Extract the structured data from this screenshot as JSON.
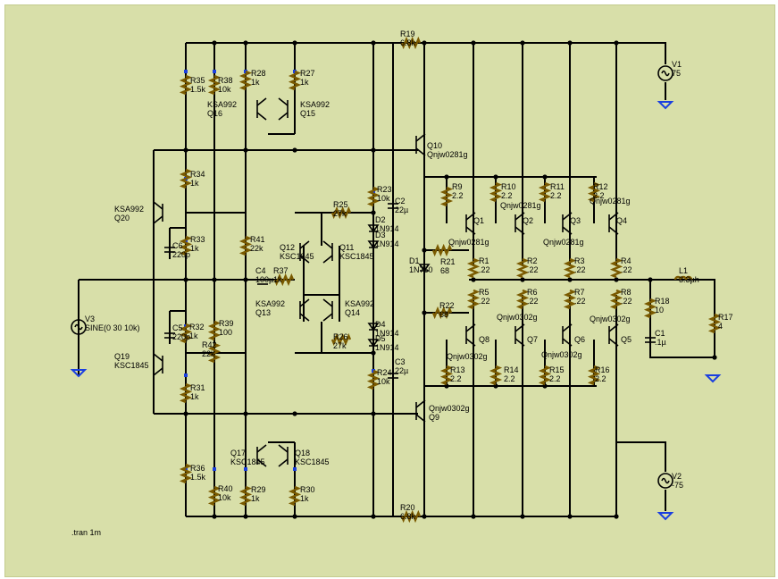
{
  "directive": ".tran 1m",
  "parts": [
    {
      "id": "R19",
      "lines": [
        "R19",
        "6.8k"
      ]
    },
    {
      "id": "R20",
      "lines": [
        "R20",
        "6.8k"
      ]
    },
    {
      "id": "V1",
      "lines": [
        "V1",
        "75"
      ]
    },
    {
      "id": "V2",
      "lines": [
        "V2",
        "-75"
      ]
    },
    {
      "id": "V3",
      "lines": [
        "V3",
        "SINE(0 30 10k)"
      ]
    },
    {
      "id": "R35",
      "lines": [
        "R35",
        "1.5k"
      ]
    },
    {
      "id": "R38",
      "lines": [
        "R38",
        "10k"
      ]
    },
    {
      "id": "R28",
      "lines": [
        "R28",
        "1k"
      ]
    },
    {
      "id": "R27",
      "lines": [
        "R27",
        "1k"
      ]
    },
    {
      "id": "Q16",
      "lines": [
        "KSA992",
        "Q16"
      ]
    },
    {
      "id": "Q15",
      "lines": [
        "KSA992",
        "Q15"
      ]
    },
    {
      "id": "Q10",
      "lines": [
        "Q10",
        "Qnjw0281g"
      ]
    },
    {
      "id": "R34",
      "lines": [
        "R34",
        "1k"
      ]
    },
    {
      "id": "R23",
      "lines": [
        "R23",
        "10k"
      ]
    },
    {
      "id": "C2",
      "lines": [
        "C2",
        "22µ"
      ]
    },
    {
      "id": "Q20",
      "lines": [
        "KSA992",
        "Q20"
      ]
    },
    {
      "id": "R25",
      "lines": [
        "R25",
        "27k"
      ]
    },
    {
      "id": "D2",
      "lines": [
        "D2",
        "1N914"
      ]
    },
    {
      "id": "D3",
      "lines": [
        "D3",
        "1N914"
      ]
    },
    {
      "id": "R33",
      "lines": [
        "R33",
        "1k"
      ]
    },
    {
      "id": "C6",
      "lines": [
        "C6",
        "220p"
      ]
    },
    {
      "id": "R41",
      "lines": [
        "R41",
        "22k"
      ]
    },
    {
      "id": "Q12",
      "lines": [
        "Q12",
        "KSC1845"
      ]
    },
    {
      "id": "Q11",
      "lines": [
        "Q11",
        "KSC1845"
      ]
    },
    {
      "id": "C4",
      "lines": [
        "C4",
        "100µ"
      ]
    },
    {
      "id": "R37",
      "lines": [
        "R37",
        "1k"
      ]
    },
    {
      "id": "D1",
      "lines": [
        "D1",
        "1N750"
      ]
    },
    {
      "id": "R21",
      "lines": [
        "R21",
        "68"
      ]
    },
    {
      "id": "Q13",
      "lines": [
        "KSA992",
        "Q13"
      ]
    },
    {
      "id": "Q14",
      "lines": [
        "KSA992",
        "Q14"
      ]
    },
    {
      "id": "C5",
      "lines": [
        "C5",
        "220p"
      ]
    },
    {
      "id": "R32",
      "lines": [
        "R32",
        "1k"
      ]
    },
    {
      "id": "R39",
      "lines": [
        "R39",
        "100"
      ]
    },
    {
      "id": "R42",
      "lines": [
        "R42",
        "22k"
      ]
    },
    {
      "id": "R26",
      "lines": [
        "R26",
        "27k"
      ]
    },
    {
      "id": "D4",
      "lines": [
        "D4",
        "1N914"
      ]
    },
    {
      "id": "D5",
      "lines": [
        "D5",
        "1N914"
      ]
    },
    {
      "id": "Q19",
      "lines": [
        "Q19",
        "KSC1845"
      ]
    },
    {
      "id": "R31",
      "lines": [
        "R31",
        "1k"
      ]
    },
    {
      "id": "R24",
      "lines": [
        "R24",
        "10k"
      ]
    },
    {
      "id": "C3",
      "lines": [
        "C3",
        "22µ"
      ]
    },
    {
      "id": "R22",
      "lines": [
        "R22",
        "68"
      ]
    },
    {
      "id": "Q9",
      "lines": [
        "Qnjw0302g",
        "Q9"
      ]
    },
    {
      "id": "Q17",
      "lines": [
        "Q17",
        "KSC1845"
      ]
    },
    {
      "id": "Q18",
      "lines": [
        "Q18",
        "KSC1845"
      ]
    },
    {
      "id": "R36",
      "lines": [
        "R36",
        "1.5k"
      ]
    },
    {
      "id": "R40",
      "lines": [
        "R40",
        "10k"
      ]
    },
    {
      "id": "R29",
      "lines": [
        "R29",
        "1k"
      ]
    },
    {
      "id": "R30",
      "lines": [
        "R30",
        "1k"
      ]
    },
    {
      "id": "R9",
      "lines": [
        "R9",
        "2.2"
      ]
    },
    {
      "id": "R10",
      "lines": [
        "R10",
        "2.2"
      ]
    },
    {
      "id": "R11",
      "lines": [
        "R11",
        "2.2"
      ]
    },
    {
      "id": "R12",
      "lines": [
        "R12",
        "2.2"
      ]
    },
    {
      "id": "Q1",
      "lines": [
        "Q1"
      ]
    },
    {
      "id": "Q2",
      "lines": [
        "Q2"
      ]
    },
    {
      "id": "Q3",
      "lines": [
        "Q3"
      ]
    },
    {
      "id": "Q4",
      "lines": [
        "Q4"
      ]
    },
    {
      "id": "QN1",
      "lines": [
        "Qnjw0281g"
      ]
    },
    {
      "id": "QN2",
      "lines": [
        "Qnjw0281g"
      ]
    },
    {
      "id": "QN3",
      "lines": [
        "Qnjw0281g"
      ]
    },
    {
      "id": "QN4",
      "lines": [
        "Qnjw0281g"
      ]
    },
    {
      "id": "R1",
      "lines": [
        "R1",
        ".22"
      ]
    },
    {
      "id": "R2",
      "lines": [
        "R2",
        ".22"
      ]
    },
    {
      "id": "R3",
      "lines": [
        "R3",
        ".22"
      ]
    },
    {
      "id": "R4",
      "lines": [
        "R4",
        ".22"
      ]
    },
    {
      "id": "L1",
      "lines": [
        "L1",
        "3.3µh"
      ]
    },
    {
      "id": "R5",
      "lines": [
        "R5",
        ".22"
      ]
    },
    {
      "id": "R6",
      "lines": [
        "R6",
        ".22"
      ]
    },
    {
      "id": "R7",
      "lines": [
        "R7",
        ".22"
      ]
    },
    {
      "id": "R8",
      "lines": [
        "R8",
        ".22"
      ]
    },
    {
      "id": "R18",
      "lines": [
        "R18",
        "10"
      ]
    },
    {
      "id": "R17",
      "lines": [
        "R17",
        "4"
      ]
    },
    {
      "id": "C1",
      "lines": [
        "C1",
        ".1µ"
      ]
    },
    {
      "id": "QP7",
      "lines": [
        "Qnjw0302g"
      ]
    },
    {
      "id": "QP5",
      "lines": [
        "Qnjw0302g"
      ]
    },
    {
      "id": "QP8",
      "lines": [
        "Qnjw0302g"
      ]
    },
    {
      "id": "QP6",
      "lines": [
        "Qnjw0302g"
      ]
    },
    {
      "id": "Q8",
      "lines": [
        "Q8"
      ]
    },
    {
      "id": "Q7",
      "lines": [
        "Q7"
      ]
    },
    {
      "id": "Q6",
      "lines": [
        "Q6"
      ]
    },
    {
      "id": "Q5",
      "lines": [
        "Q5"
      ]
    },
    {
      "id": "R13",
      "lines": [
        "R13",
        "2.2"
      ]
    },
    {
      "id": "R14",
      "lines": [
        "R14",
        "2.2"
      ]
    },
    {
      "id": "R15",
      "lines": [
        "R15",
        "2.2"
      ]
    },
    {
      "id": "R16",
      "lines": [
        "R16",
        "2.2"
      ]
    }
  ]
}
